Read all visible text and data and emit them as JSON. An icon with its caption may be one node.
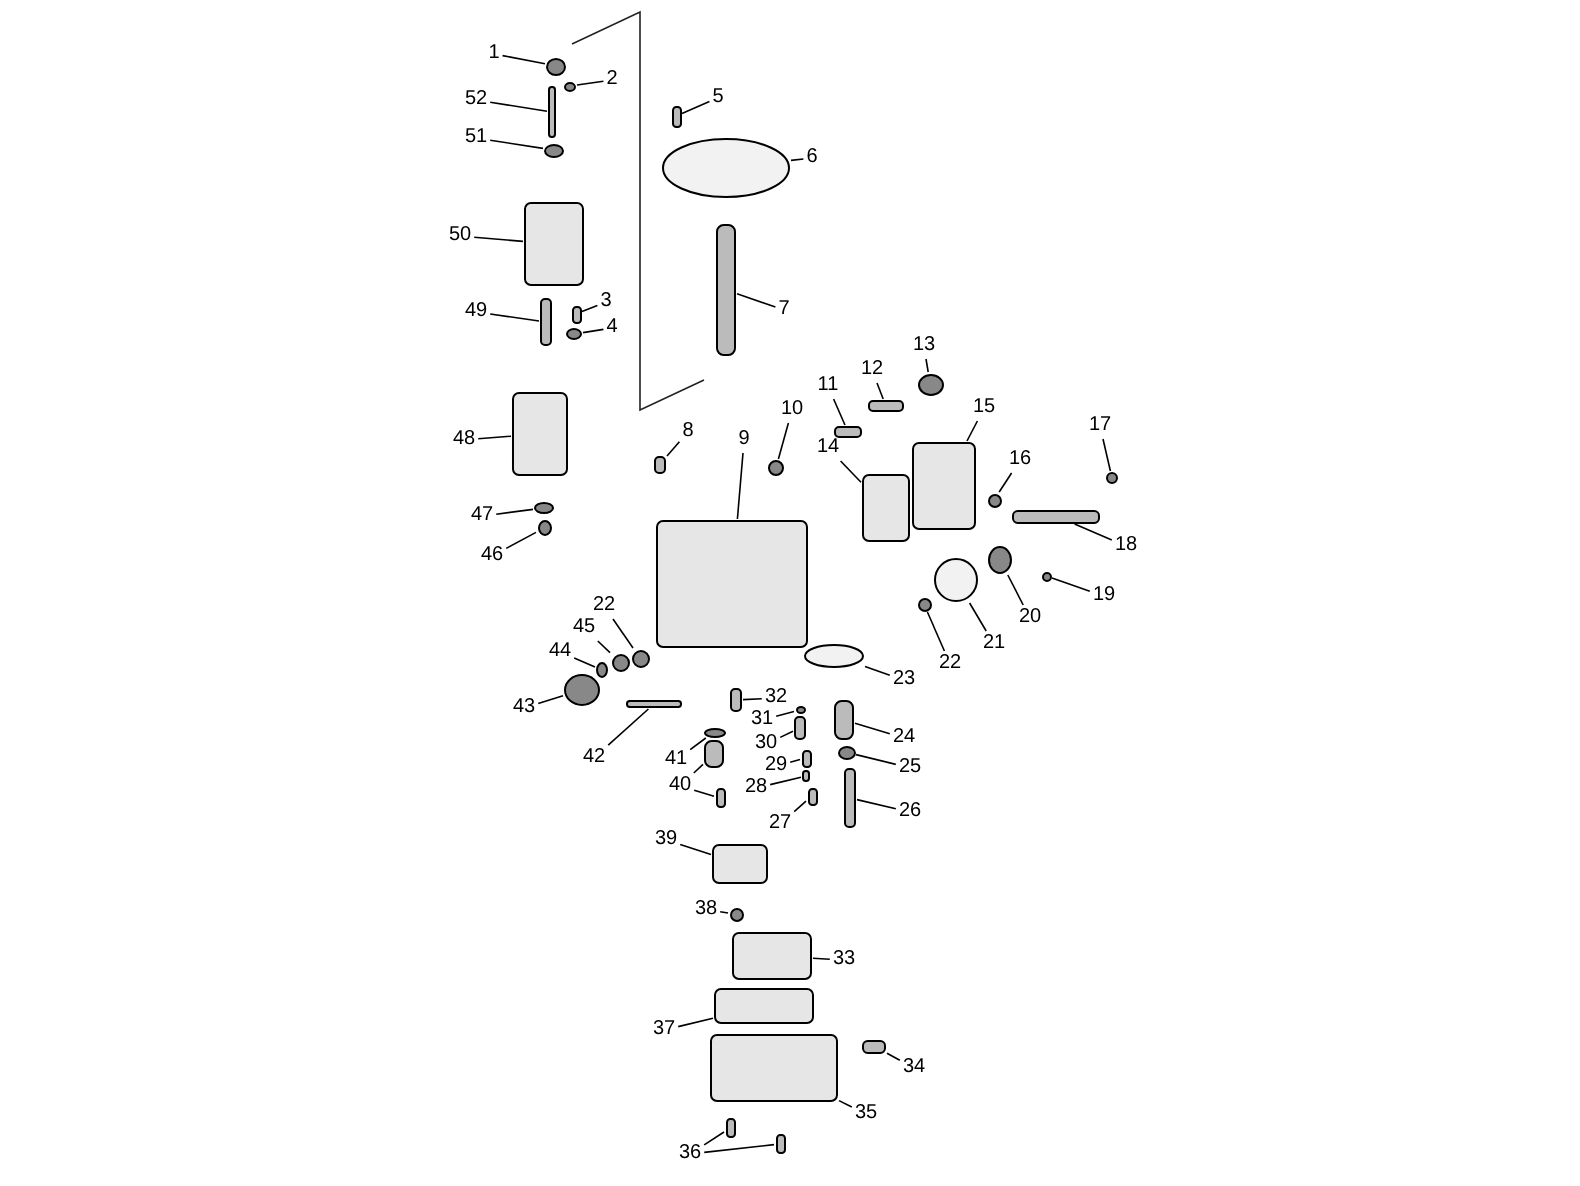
{
  "diagram": {
    "nodes": [
      {
        "text": [
          "1"
        ]
      },
      {
        "text": [],
        "shape": "circle"
      },
      {
        "text": [
          "2"
        ]
      },
      {
        "text": [],
        "shape": "circle"
      },
      {
        "text": [
          "52"
        ]
      },
      {
        "text": [],
        "shape": "bar"
      },
      {
        "text": [
          "51"
        ]
      },
      {
        "text": [],
        "shape": "circle"
      },
      {
        "text": [
          "50"
        ]
      },
      {
        "text": [],
        "shape": "box"
      },
      {
        "text": [
          "5"
        ]
      },
      {
        "text": [],
        "shape": "bar"
      },
      {
        "text": [
          "6"
        ]
      },
      {
        "text": [],
        "shape": "circle"
      },
      {
        "text": [
          "7"
        ]
      },
      {
        "text": [],
        "shape": "bar"
      },
      {
        "text": [
          "49"
        ]
      },
      {
        "text": [],
        "shape": "bar"
      },
      {
        "text": [
          "3"
        ]
      },
      {
        "text": [],
        "shape": "bar"
      },
      {
        "text": [
          "4"
        ]
      },
      {
        "text": [],
        "shape": "circle"
      },
      {
        "text": [
          "48"
        ]
      },
      {
        "text": [],
        "shape": "box"
      },
      {
        "text": [
          "47"
        ]
      },
      {
        "text": [],
        "shape": "circle"
      },
      {
        "text": [
          "46"
        ]
      },
      {
        "text": [],
        "shape": "circle"
      },
      {
        "text": [
          "8"
        ]
      },
      {
        "text": [],
        "shape": "bar"
      },
      {
        "text": [
          "9"
        ]
      },
      {
        "text": [],
        "shape": "box"
      },
      {
        "text": [
          "10"
        ]
      },
      {
        "text": [],
        "shape": "circle"
      },
      {
        "text": [
          "11"
        ]
      },
      {
        "text": [],
        "shape": "bar"
      },
      {
        "text": [
          "12"
        ]
      },
      {
        "text": [],
        "shape": "bar"
      },
      {
        "text": [
          "13"
        ]
      },
      {
        "text": [],
        "shape": "circle"
      },
      {
        "text": [
          "14"
        ]
      },
      {
        "text": [],
        "shape": "box"
      },
      {
        "text": [
          "15"
        ]
      },
      {
        "text": [],
        "shape": "box"
      },
      {
        "text": [
          "16"
        ]
      },
      {
        "text": [],
        "shape": "circle"
      },
      {
        "text": [
          "17"
        ]
      },
      {
        "text": [],
        "shape": "circle"
      },
      {
        "text": [
          "18"
        ]
      },
      {
        "text": [],
        "shape": "bar"
      },
      {
        "text": [
          "19"
        ]
      },
      {
        "text": [],
        "shape": "circle"
      },
      {
        "text": [
          "20"
        ]
      },
      {
        "text": [],
        "shape": "circle"
      },
      {
        "text": [
          "21"
        ]
      },
      {
        "text": [],
        "shape": "circle"
      },
      {
        "text": [
          "22"
        ]
      },
      {
        "text": [],
        "shape": "circle"
      },
      {
        "text": [
          "23"
        ]
      },
      {
        "text": [],
        "shape": "circle"
      },
      {
        "text": [
          "24"
        ]
      },
      {
        "text": [],
        "shape": "bar"
      },
      {
        "text": [
          "25"
        ]
      },
      {
        "text": [],
        "shape": "circle"
      },
      {
        "text": [
          "26"
        ]
      },
      {
        "text": [],
        "shape": "bar"
      },
      {
        "text": [
          "27"
        ]
      },
      {
        "text": [],
        "shape": "bar"
      },
      {
        "text": [
          "28"
        ]
      },
      {
        "text": [],
        "shape": "bar"
      },
      {
        "text": [
          "29"
        ]
      },
      {
        "text": [],
        "shape": "bar"
      },
      {
        "text": [
          "30"
        ]
      },
      {
        "text": [],
        "shape": "bar"
      },
      {
        "text": [
          "31"
        ]
      },
      {
        "text": [],
        "shape": "circle"
      },
      {
        "text": [
          "32"
        ]
      },
      {
        "text": [],
        "shape": "bar"
      },
      {
        "text": [
          "33"
        ]
      },
      {
        "text": [],
        "shape": "box"
      },
      {
        "text": [
          "34"
        ]
      },
      {
        "text": [],
        "shape": "bar"
      },
      {
        "text": [
          "35"
        ]
      },
      {
        "text": [],
        "shape": "box"
      },
      {
        "text": [
          "36"
        ]
      },
      {
        "text": [],
        "shape": "bar"
      },
      {
        "text": [],
        "shape": "bar"
      },
      {
        "text": [
          "37"
        ]
      },
      {
        "text": [],
        "shape": "box"
      },
      {
        "text": [
          "38"
        ]
      },
      {
        "text": [],
        "shape": "circle"
      },
      {
        "text": [
          "39"
        ]
      },
      {
        "text": [],
        "shape": "box"
      },
      {
        "text": [
          "40"
        ]
      },
      {
        "text": [],
        "shape": "bar"
      },
      {
        "text": [],
        "shape": "bar"
      },
      {
        "text": [
          "41"
        ]
      },
      {
        "text": [],
        "shape": "circle"
      },
      {
        "text": [
          "42"
        ]
      },
      {
        "text": [],
        "shape": "bar"
      },
      {
        "text": [
          "43"
        ]
      },
      {
        "text": [],
        "shape": "circle"
      },
      {
        "text": [
          "44"
        ]
      },
      {
        "text": [],
        "shape": "circle"
      },
      {
        "text": [
          "45"
        ]
      },
      {
        "text": [],
        "shape": "circle"
      },
      {
        "text": [
          "22"
        ]
      },
      {
        "text": [],
        "shape": "circle"
      }
    ],
    "edges": [
      {
        "from": 0,
        "to": 1,
        "arrow": "none"
      },
      {
        "from": 2,
        "to": 3,
        "arrow": "none"
      },
      {
        "from": 4,
        "to": 5,
        "arrow": "none"
      },
      {
        "from": 6,
        "to": 7,
        "arrow": "none"
      },
      {
        "from": 8,
        "to": 9,
        "arrow": "none"
      },
      {
        "from": 10,
        "to": 11,
        "arrow": "none"
      },
      {
        "from": 12,
        "to": 13,
        "arrow": "none"
      },
      {
        "from": 14,
        "to": 15,
        "arrow": "none"
      },
      {
        "from": 16,
        "to": 17,
        "arrow": "none"
      },
      {
        "from": 18,
        "to": 19,
        "arrow": "none"
      },
      {
        "from": 20,
        "to": 21,
        "arrow": "none"
      },
      {
        "from": 22,
        "to": 23,
        "arrow": "none"
      },
      {
        "from": 24,
        "to": 25,
        "arrow": "none"
      },
      {
        "from": 26,
        "to": 27,
        "arrow": "none"
      },
      {
        "from": 28,
        "to": 29,
        "arrow": "none"
      },
      {
        "from": 30,
        "to": 31,
        "arrow": "none"
      },
      {
        "from": 32,
        "to": 33,
        "arrow": "none"
      },
      {
        "from": 34,
        "to": 35,
        "arrow": "none"
      },
      {
        "from": 36,
        "to": 37,
        "arrow": "none"
      },
      {
        "from": 38,
        "to": 39,
        "arrow": "none"
      },
      {
        "from": 40,
        "to": 41,
        "arrow": "none"
      },
      {
        "from": 42,
        "to": 43,
        "arrow": "none"
      },
      {
        "from": 44,
        "to": 45,
        "arrow": "none"
      },
      {
        "from": 46,
        "to": 47,
        "arrow": "none"
      },
      {
        "from": 48,
        "to": 49,
        "arrow": "none"
      },
      {
        "from": 50,
        "to": 51,
        "arrow": "none"
      },
      {
        "from": 52,
        "to": 53,
        "arrow": "none"
      },
      {
        "from": 54,
        "to": 55,
        "arrow": "none"
      },
      {
        "from": 56,
        "to": 57,
        "arrow": "none"
      },
      {
        "from": 58,
        "to": 59,
        "arrow": "none"
      },
      {
        "from": 60,
        "to": 61,
        "arrow": "none"
      },
      {
        "from": 62,
        "to": 63,
        "arrow": "none"
      },
      {
        "from": 64,
        "to": 65,
        "arrow": "none"
      },
      {
        "from": 66,
        "to": 67,
        "arrow": "none"
      },
      {
        "from": 68,
        "to": 69,
        "arrow": "none"
      },
      {
        "from": 70,
        "to": 71,
        "arrow": "none"
      },
      {
        "from": 72,
        "to": 73,
        "arrow": "none"
      },
      {
        "from": 74,
        "to": 75,
        "arrow": "none"
      },
      {
        "from": 76,
        "to": 77,
        "arrow": "none"
      },
      {
        "from": 78,
        "to": 79,
        "arrow": "none"
      },
      {
        "from": 80,
        "to": 81,
        "arrow": "none"
      },
      {
        "from": 82,
        "to": 83,
        "arrow": "none"
      },
      {
        "from": 84,
        "to": 85,
        "arrow": "none"
      },
      {
        "from": 84,
        "to": 86,
        "arrow": "none"
      },
      {
        "from": 87,
        "to": 88,
        "arrow": "none"
      },
      {
        "from": 89,
        "to": 90,
        "arrow": "none"
      },
      {
        "from": 91,
        "to": 92,
        "arrow": "none"
      },
      {
        "from": 93,
        "to": 94,
        "arrow": "none"
      },
      {
        "from": 93,
        "to": 95,
        "arrow": "none"
      },
      {
        "from": 96,
        "to": 97,
        "arrow": "none"
      },
      {
        "from": 98,
        "to": 99,
        "arrow": "none"
      },
      {
        "from": 100,
        "to": 101,
        "arrow": "none"
      },
      {
        "from": 102,
        "to": 103,
        "arrow": "none"
      },
      {
        "from": 104,
        "to": 105,
        "arrow": "none"
      },
      {
        "from": 106,
        "to": 107,
        "arrow": "none"
      }
    ]
  }
}
